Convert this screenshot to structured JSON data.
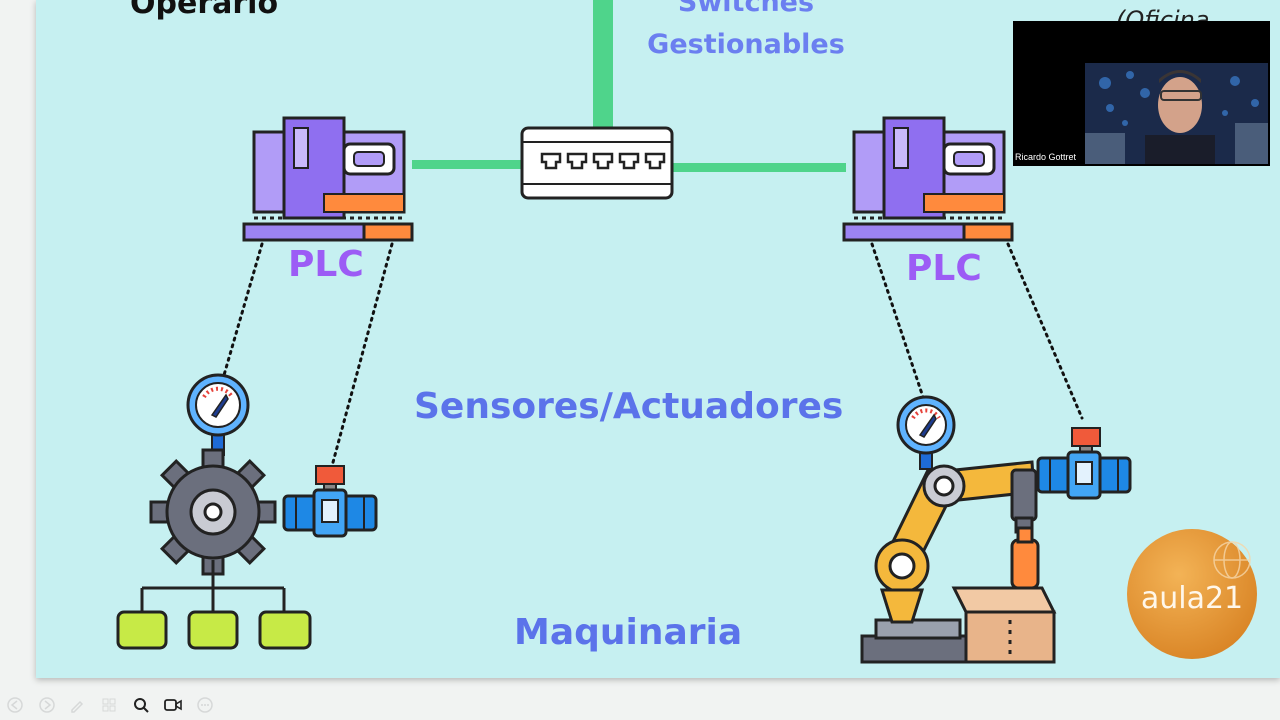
{
  "slide": {
    "operario_label": "Operario",
    "switches_line1": "Switches",
    "switches_line2": "Gestionables",
    "oficina_label": "(Oficina",
    "plc_left": "PLC",
    "plc_right": "PLC",
    "sensores_label": "Sensores/Actuadores",
    "maquinaria_label": "Maquinaria",
    "logo_text": "aula21"
  },
  "video": {
    "speaker_name": "Ricardo Gottret"
  },
  "toolbar": {
    "buttons": [
      "prev-icon",
      "next-icon",
      "pen-icon",
      "grid-icon",
      "zoom-icon",
      "video-icon",
      "more-icon"
    ]
  },
  "colors": {
    "slide_bg": "#c6f0f1",
    "network_green": "#4fd48b",
    "heading_blue": "#5b73ea",
    "plc_purple": "#9c5cf5",
    "logo_orange": "#e69a3c"
  }
}
